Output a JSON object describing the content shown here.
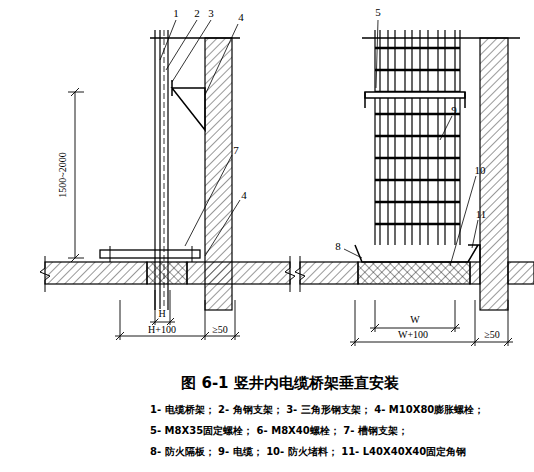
{
  "diagram": {
    "caption": "图 6-1  竖井内电缆桥架垂直安装",
    "labels": [
      "1",
      "2",
      "3",
      "4",
      "7",
      "4",
      "1500~2000",
      "H",
      "H+100",
      "≥50",
      "5",
      "9",
      "8",
      "10",
      "11",
      "W",
      "W+100",
      "≥50",
      "1- 电缆桥架；  2- 角钢支架；  3- 三角形钢支架；  4- M10X80膨胀螺栓；",
      "5- M8X35固定螺栓；  6- M8X40螺栓；  7- 槽钢支架；",
      "8- 防火隔板；  9- 电缆；  10- 防火堵料；  11- L40X40X40固定角钢"
    ]
  }
}
